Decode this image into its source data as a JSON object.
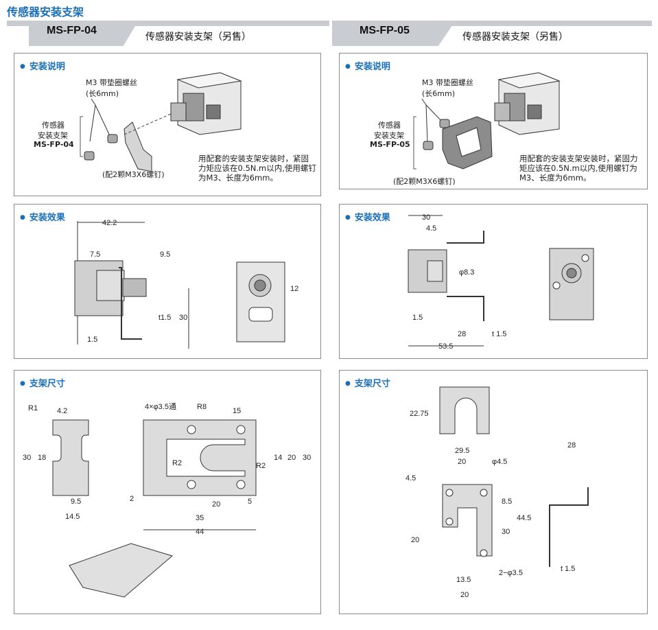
{
  "page_title": "传感器安装支架",
  "left": {
    "model": "MS-FP-04",
    "subtitle": "传感器安装支架（另售）",
    "install": {
      "heading": "安装说明",
      "screw_label": "M3 带垫圈螺丝",
      "screw_len": "(长6mm)",
      "bracket_line1": "传感器",
      "bracket_line2": "安装支架",
      "bracket_model": "MS-FP-04",
      "screws_included": "(配2颗M3X6螺钉)",
      "note": "用配套的安装支架安装时，紧固力矩应该在0.5N.m以内,使用螺钉为M3、长度为6mm。"
    },
    "effect": {
      "heading": "安装效果",
      "dims": [
        "42.2",
        "7.5",
        "9.5",
        "30",
        "t1.5",
        "1.5",
        "12"
      ]
    },
    "size": {
      "heading": "支架尺寸",
      "dims": [
        "R1",
        "4.2",
        "30",
        "18",
        "9.5",
        "14.5",
        "4×φ3.5通",
        "R8",
        "15",
        "R2",
        "14",
        "20",
        "30",
        "R2",
        "2",
        "20",
        "5",
        "35",
        "44"
      ]
    }
  },
  "right": {
    "model": "MS-FP-05",
    "subtitle": "传感器安装支架（另售）",
    "install": {
      "heading": "安装说明",
      "screw_label": "M3 带垫圈螺丝",
      "screw_len": "(长6mm)",
      "bracket_line1": "传感器",
      "bracket_line2": "安装支架",
      "bracket_model": "MS-FP-05",
      "screws_included": "(配2颗M3X6螺钉)",
      "note": "用配套的安装支架安装时，紧固力矩应该在0.5N.m以内,使用螺钉为M3、长度为6mm。"
    },
    "effect": {
      "heading": "安装效果",
      "dims": [
        "30",
        "4.5",
        "φ8.3",
        "1.5",
        "28",
        "t 1.5",
        "53.5"
      ]
    },
    "size": {
      "heading": "支架尺寸",
      "dims": [
        "22.75",
        "29.5",
        "20",
        "φ4.5",
        "4.5",
        "8.5",
        "44.5",
        "20",
        "30",
        "2−φ3.5",
        "13.5",
        "20",
        "28",
        "t 1.5"
      ]
    }
  },
  "colors": {
    "accent": "#1a6fb8",
    "header_gray": "#c9ccd0",
    "metal": "#c8c8c8"
  }
}
